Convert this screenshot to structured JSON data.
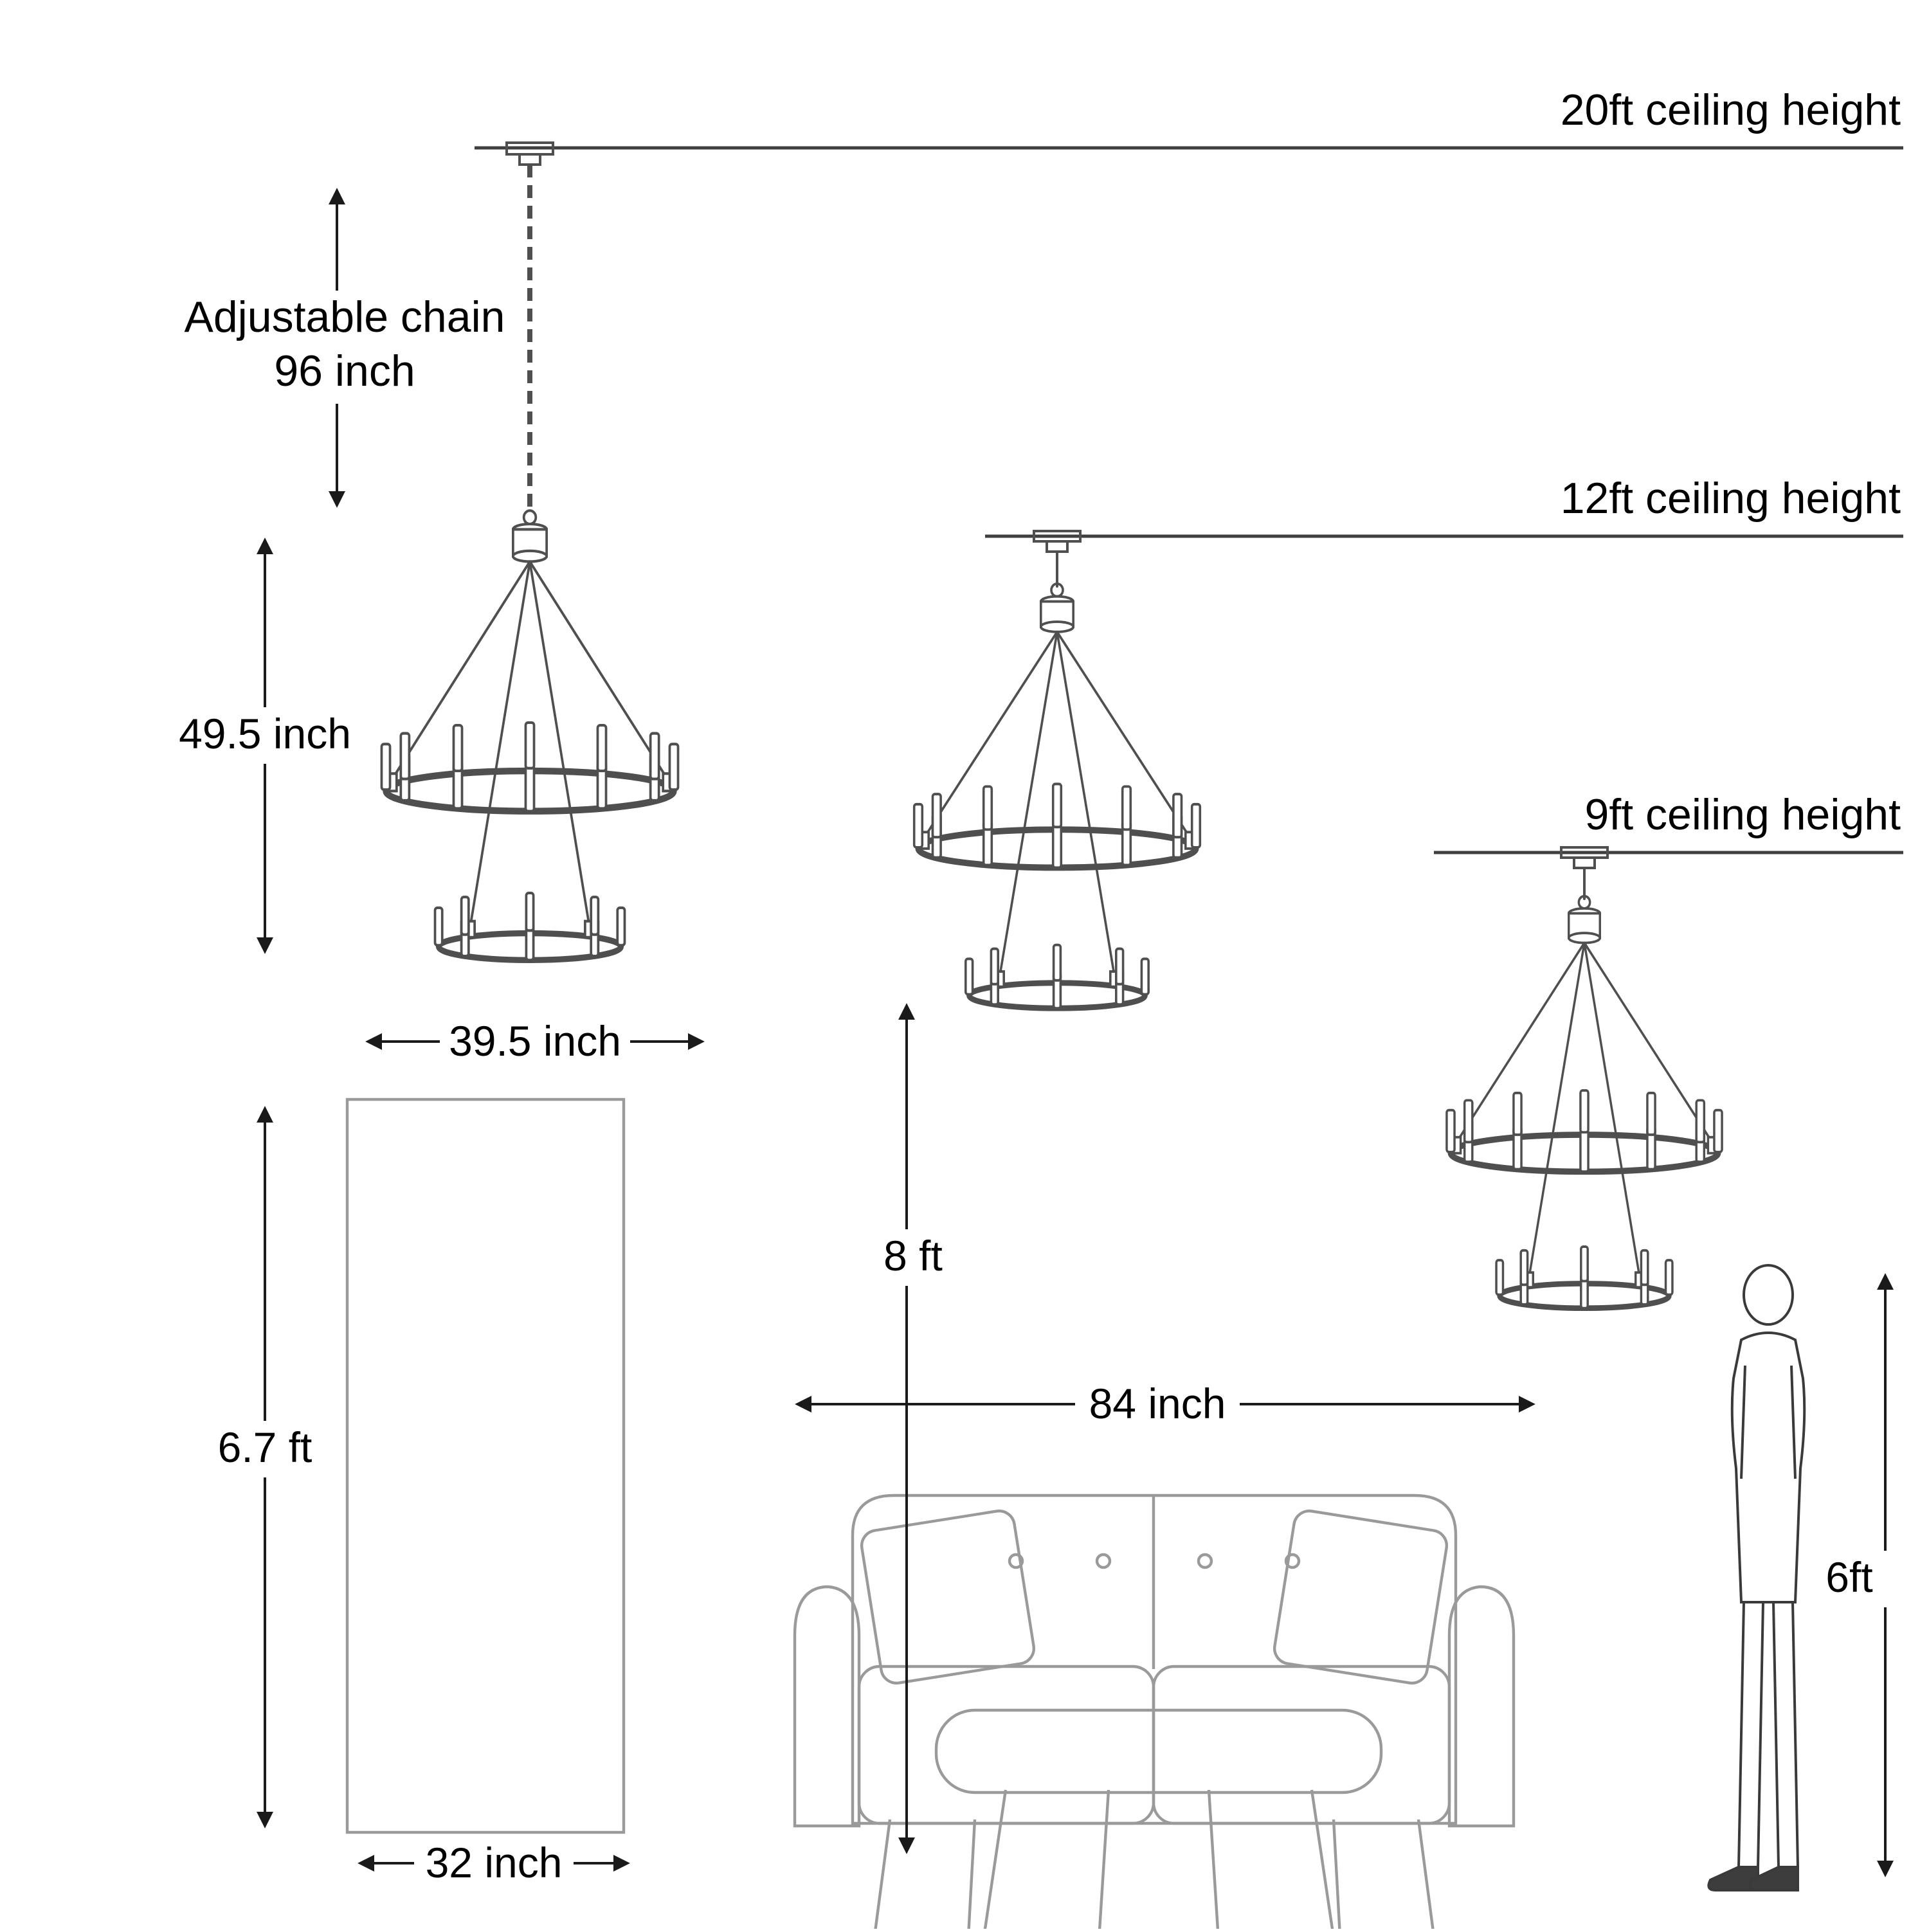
{
  "diagram": {
    "title": "Chandelier hanging-height dimension diagram",
    "ceilings": [
      {
        "label": "20ft ceiling height"
      },
      {
        "label": "12ft ceiling height"
      },
      {
        "label": "9ft ceiling height"
      }
    ],
    "measurements": {
      "chain": {
        "line1": "Adjustable chain",
        "line2": "96 inch"
      },
      "fixture_height": "49.5 inch",
      "fixture_width": "39.5 inch",
      "door_height": "6.7 ft",
      "door_width": "32 inch",
      "hang_height": "8 ft",
      "sofa_width": "84 inch",
      "person_height": "6ft"
    },
    "colors": {
      "dimension_line": "#1a1a1a",
      "chandelier_art": "#4f4f4f",
      "furniture_art": "#9a9a9a",
      "text": "#000000",
      "background": "#ffffff"
    }
  }
}
